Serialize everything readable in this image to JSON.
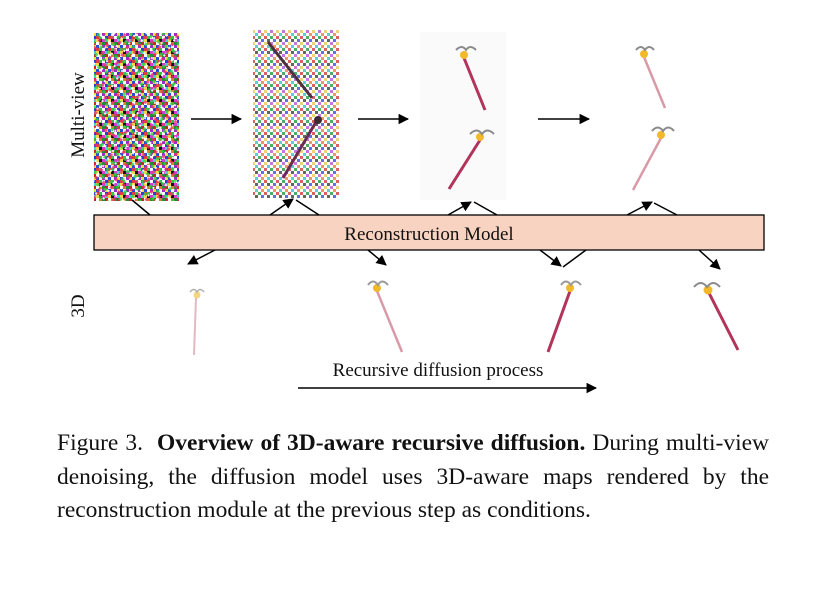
{
  "figure": {
    "row_label_top": "Multi-view",
    "row_label_bottom": "3D",
    "recon_label": "Reconstruction Model",
    "process_label": "Recursive diffusion process",
    "colors": {
      "recon_fill": "#f9d3c1",
      "staff_shaft": "#b2345a",
      "staff_light": "#d99aa8",
      "gem": "#f2b92a",
      "wing": "#9a9a9a"
    }
  },
  "caption": {
    "figure_number": "Figure 3.",
    "title": "Overview of 3D-aware recursive diffusion.",
    "body": "During multi-view denoising, the diffusion model uses 3D-aware maps rendered by the reconstruction module at the previous step as conditions."
  }
}
